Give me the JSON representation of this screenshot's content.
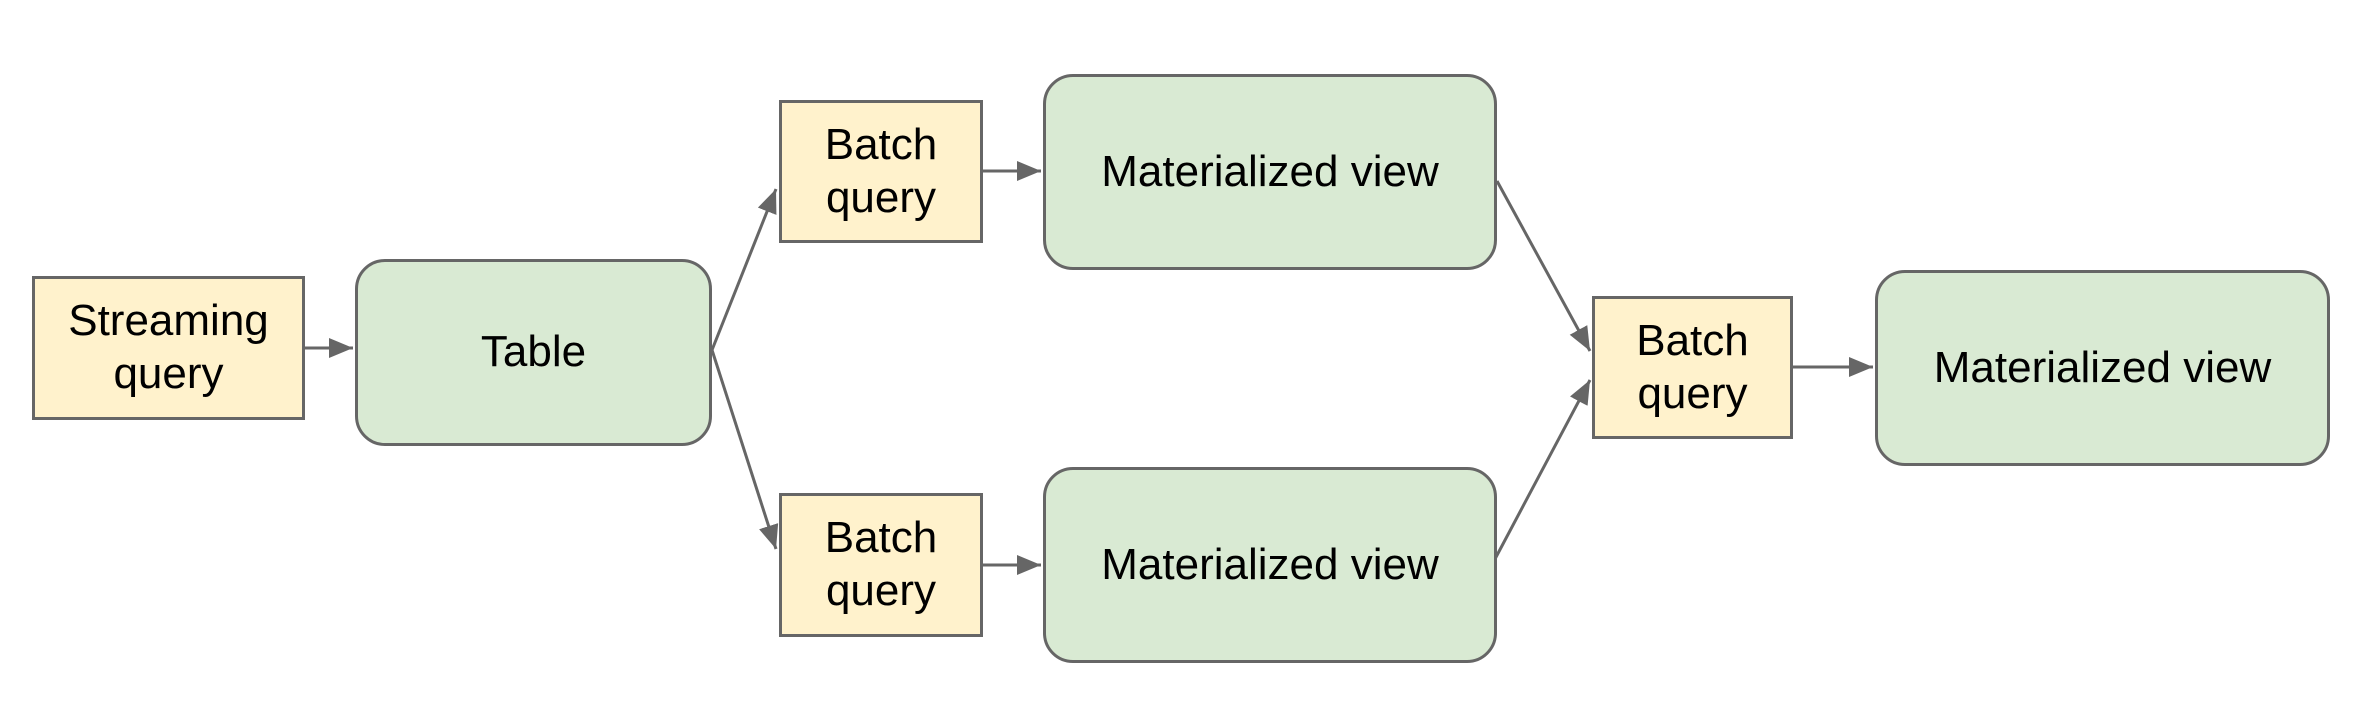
{
  "diagram": {
    "colors": {
      "query_fill": "#fff2cc",
      "table_fill": "#d9ead3",
      "line_color": "#666666",
      "text_color": "#000000",
      "canvas_bg": "#ffffff"
    },
    "nodes": [
      {
        "id": "streaming-query",
        "label": "Streaming query",
        "kind": "query"
      },
      {
        "id": "table",
        "label": "Table",
        "kind": "table"
      },
      {
        "id": "batch-query-top",
        "label": "Batch query",
        "kind": "query"
      },
      {
        "id": "materialized-view-top",
        "label": "Materialized view",
        "kind": "view"
      },
      {
        "id": "batch-query-bottom",
        "label": "Batch query",
        "kind": "query"
      },
      {
        "id": "materialized-view-bottom",
        "label": "Materialized view",
        "kind": "view"
      },
      {
        "id": "batch-query-merge",
        "label": "Batch query",
        "kind": "query"
      },
      {
        "id": "materialized-view-final",
        "label": "Materialized view",
        "kind": "view"
      }
    ],
    "edges": [
      {
        "from": "streaming-query",
        "to": "table"
      },
      {
        "from": "table",
        "to": "batch-query-top"
      },
      {
        "from": "table",
        "to": "batch-query-bottom"
      },
      {
        "from": "batch-query-top",
        "to": "materialized-view-top"
      },
      {
        "from": "batch-query-bottom",
        "to": "materialized-view-bottom"
      },
      {
        "from": "materialized-view-top",
        "to": "batch-query-merge"
      },
      {
        "from": "materialized-view-bottom",
        "to": "batch-query-merge"
      },
      {
        "from": "batch-query-merge",
        "to": "materialized-view-final"
      }
    ]
  }
}
